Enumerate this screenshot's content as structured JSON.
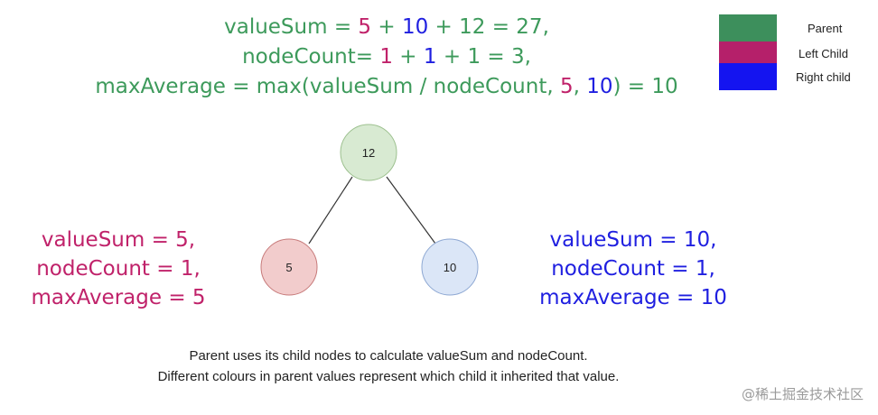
{
  "top": {
    "line1": {
      "lhs": "valueSum = ",
      "left_val": "5",
      "plus1": " + ",
      "right_val": "10",
      "rest": " + 12 = 27,"
    },
    "line2": {
      "lhs": "nodeCount= ",
      "left_val": "1",
      "plus1": " + ",
      "right_val": "1",
      "rest": " + 1 = 3,"
    },
    "line3": {
      "lhs": "maxAverage = max(valueSum / nodeCount, ",
      "left_val": "5",
      "sep": ", ",
      "right_val": "10",
      "rest": ") = 10"
    }
  },
  "legend": [
    {
      "label": "Parent",
      "color": "#3d8f5c"
    },
    {
      "label": "Left Child",
      "color": "#b5206a"
    },
    {
      "label": "Right child",
      "color": "#1414f0"
    }
  ],
  "tree": {
    "root": {
      "label": "12",
      "fill": "#d8ead2",
      "stroke": "#9cc08e"
    },
    "left": {
      "label": "5",
      "fill": "#f2cccc",
      "stroke": "#c77a7a"
    },
    "right": {
      "label": "10",
      "fill": "#dbe6f7",
      "stroke": "#8ea8d3"
    }
  },
  "left_info": {
    "line1": "valueSum = 5,",
    "line2": "nodeCount = 1,",
    "line3": "maxAverage = 5"
  },
  "right_info": {
    "line1": "valueSum = 10,",
    "line2": "nodeCount = 1,",
    "line3": "maxAverage = 10"
  },
  "caption": {
    "line1": "Parent uses its child nodes to calculate valueSum and nodeCount.",
    "line2": "Different colours in parent values represent which child it inherited that value."
  },
  "watermark": "@稀土掘金技术社区"
}
